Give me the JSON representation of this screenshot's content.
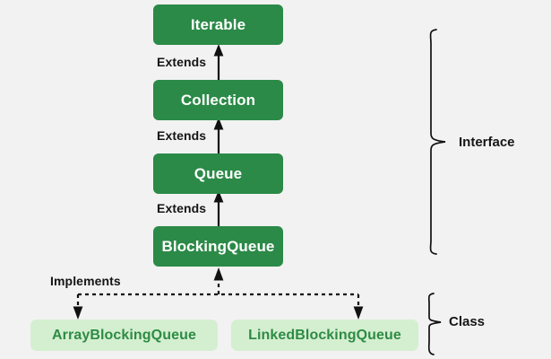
{
  "diagram": {
    "type": "class-hierarchy",
    "background_color": "#f2f2f2",
    "interface_color": "#2b8a47",
    "interface_text_color": "#ffffff",
    "class_color": "#d4efd0",
    "class_text_color": "#2e8b45",
    "line_color": "#111111",
    "nodes": [
      {
        "id": "iterable",
        "label": "Iterable",
        "kind": "interface"
      },
      {
        "id": "collection",
        "label": "Collection",
        "kind": "interface"
      },
      {
        "id": "queue",
        "label": "Queue",
        "kind": "interface"
      },
      {
        "id": "blockingqueue",
        "label": "BlockingQueue",
        "kind": "interface"
      },
      {
        "id": "arrayblockingqueue",
        "label": "ArrayBlockingQueue",
        "kind": "class"
      },
      {
        "id": "linkedblockingqueue",
        "label": "LinkedBlockingQueue",
        "kind": "class"
      }
    ],
    "edges": [
      {
        "from": "collection",
        "to": "iterable",
        "label": "Extends",
        "style": "solid"
      },
      {
        "from": "queue",
        "to": "collection",
        "label": "Extends",
        "style": "solid"
      },
      {
        "from": "blockingqueue",
        "to": "queue",
        "label": "Extends",
        "style": "solid"
      },
      {
        "from": "arrayblockingqueue",
        "to": "blockingqueue",
        "label": "Implements",
        "style": "dashed"
      },
      {
        "from": "linkedblockingqueue",
        "to": "blockingqueue",
        "label": "",
        "style": "dashed"
      }
    ],
    "groups": [
      {
        "id": "interface-group",
        "label": "Interface"
      },
      {
        "id": "class-group",
        "label": "Class"
      }
    ]
  }
}
